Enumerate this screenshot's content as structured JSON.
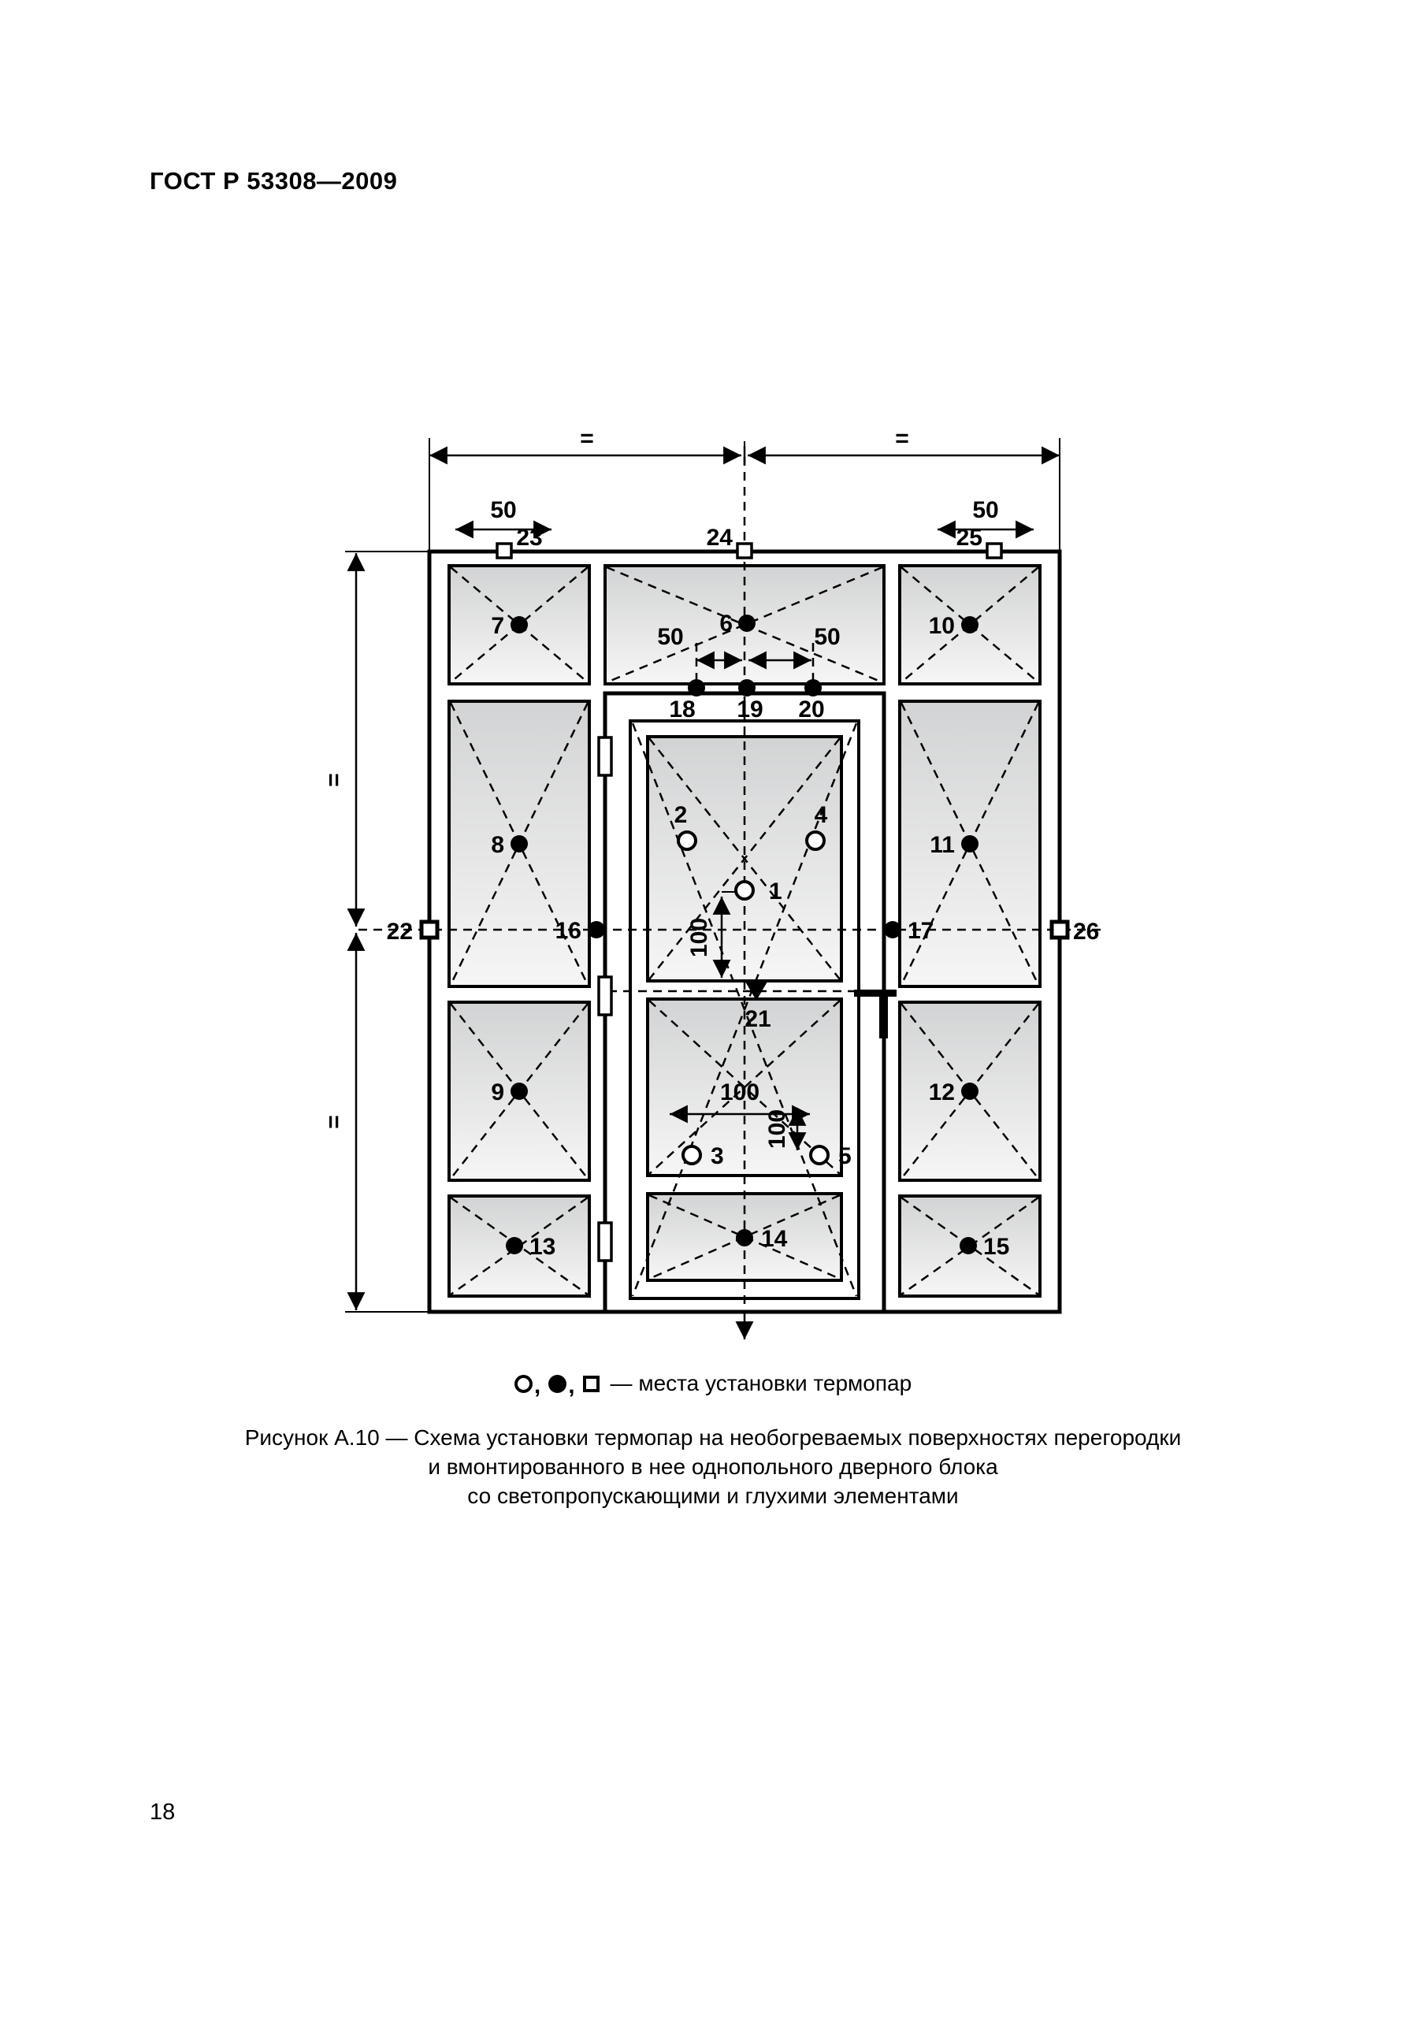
{
  "header": {
    "title": "ГОСТ Р 53308—2009"
  },
  "diagram": {
    "equal_sign": "=",
    "dim50": "50",
    "dim100": "100",
    "points": {
      "1": "1",
      "2": "2",
      "3": "3",
      "4": "4",
      "5": "5",
      "6": "6",
      "7": "7",
      "8": "8",
      "9": "9",
      "10": "10",
      "11": "11",
      "12": "12",
      "13": "13",
      "14": "14",
      "15": "15",
      "16": "16",
      "17": "17",
      "18": "18",
      "19": "19",
      "20": "20",
      "21": "21",
      "22": "22",
      "23": "23",
      "24": "24",
      "25": "25",
      "26": "26"
    }
  },
  "legend": {
    "sep": ",",
    "text": "— места установки термопар"
  },
  "caption": {
    "line1": "Рисунок А.10 — Схема установки термопар на необогреваемых поверхностях перегородки",
    "line2": "и вмонтированного в нее однопольного дверного блока",
    "line3": "со светопропускающими и глухими элементами"
  },
  "footer": {
    "page_number": "18"
  }
}
